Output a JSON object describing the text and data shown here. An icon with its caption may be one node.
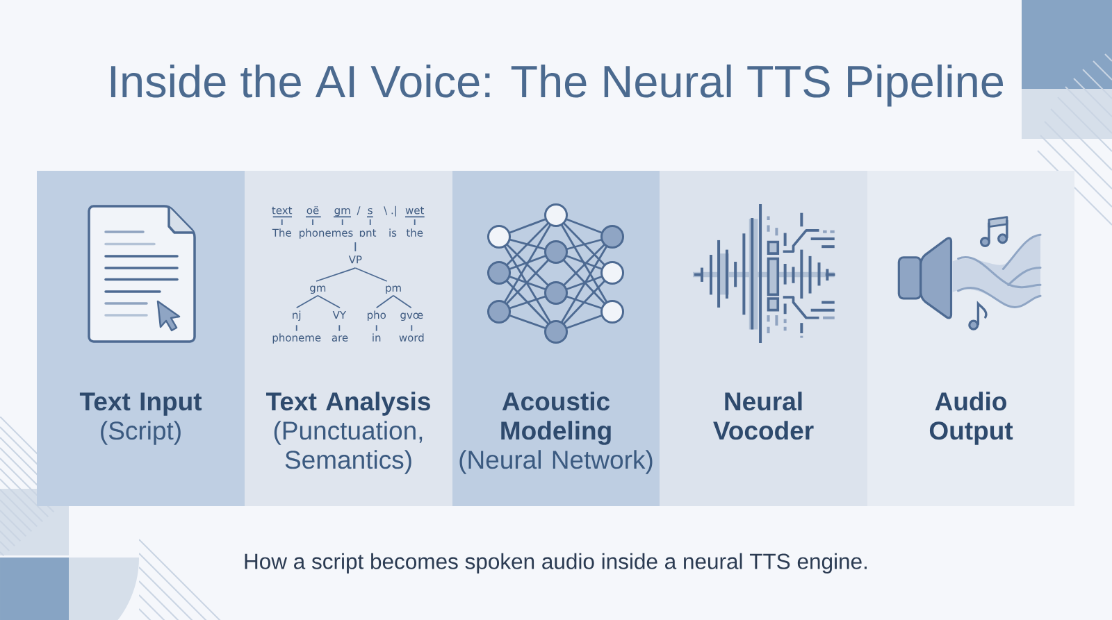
{
  "diagram": {
    "title": "Inside the AI Voice: The Neural TTS Pipeline",
    "caption": "How a script becomes spoken audio inside a neural TTS engine.",
    "nodes": [
      {
        "text": [
          "Text Input",
          "(Script)"
        ]
      },
      {
        "text": [
          "Text Analysis",
          "(Punctuation, Semantics)"
        ]
      },
      {
        "text": [
          "Acoustic Modeling",
          "(Neural Network)"
        ]
      },
      {
        "text": [
          "Neural Vocoder"
        ]
      },
      {
        "text": [
          "Audio Output"
        ]
      }
    ],
    "labels": [
      "text",
      "oë",
      "gm",
      "/",
      "s",
      "\\ .|",
      "wet",
      "The",
      "phonemes",
      "ɒnt",
      "is",
      "the",
      "VP",
      "gm",
      "pm",
      "nj",
      "VY",
      "pho",
      "gvœ",
      "phoneme",
      "are",
      "in",
      "word"
    ]
  }
}
